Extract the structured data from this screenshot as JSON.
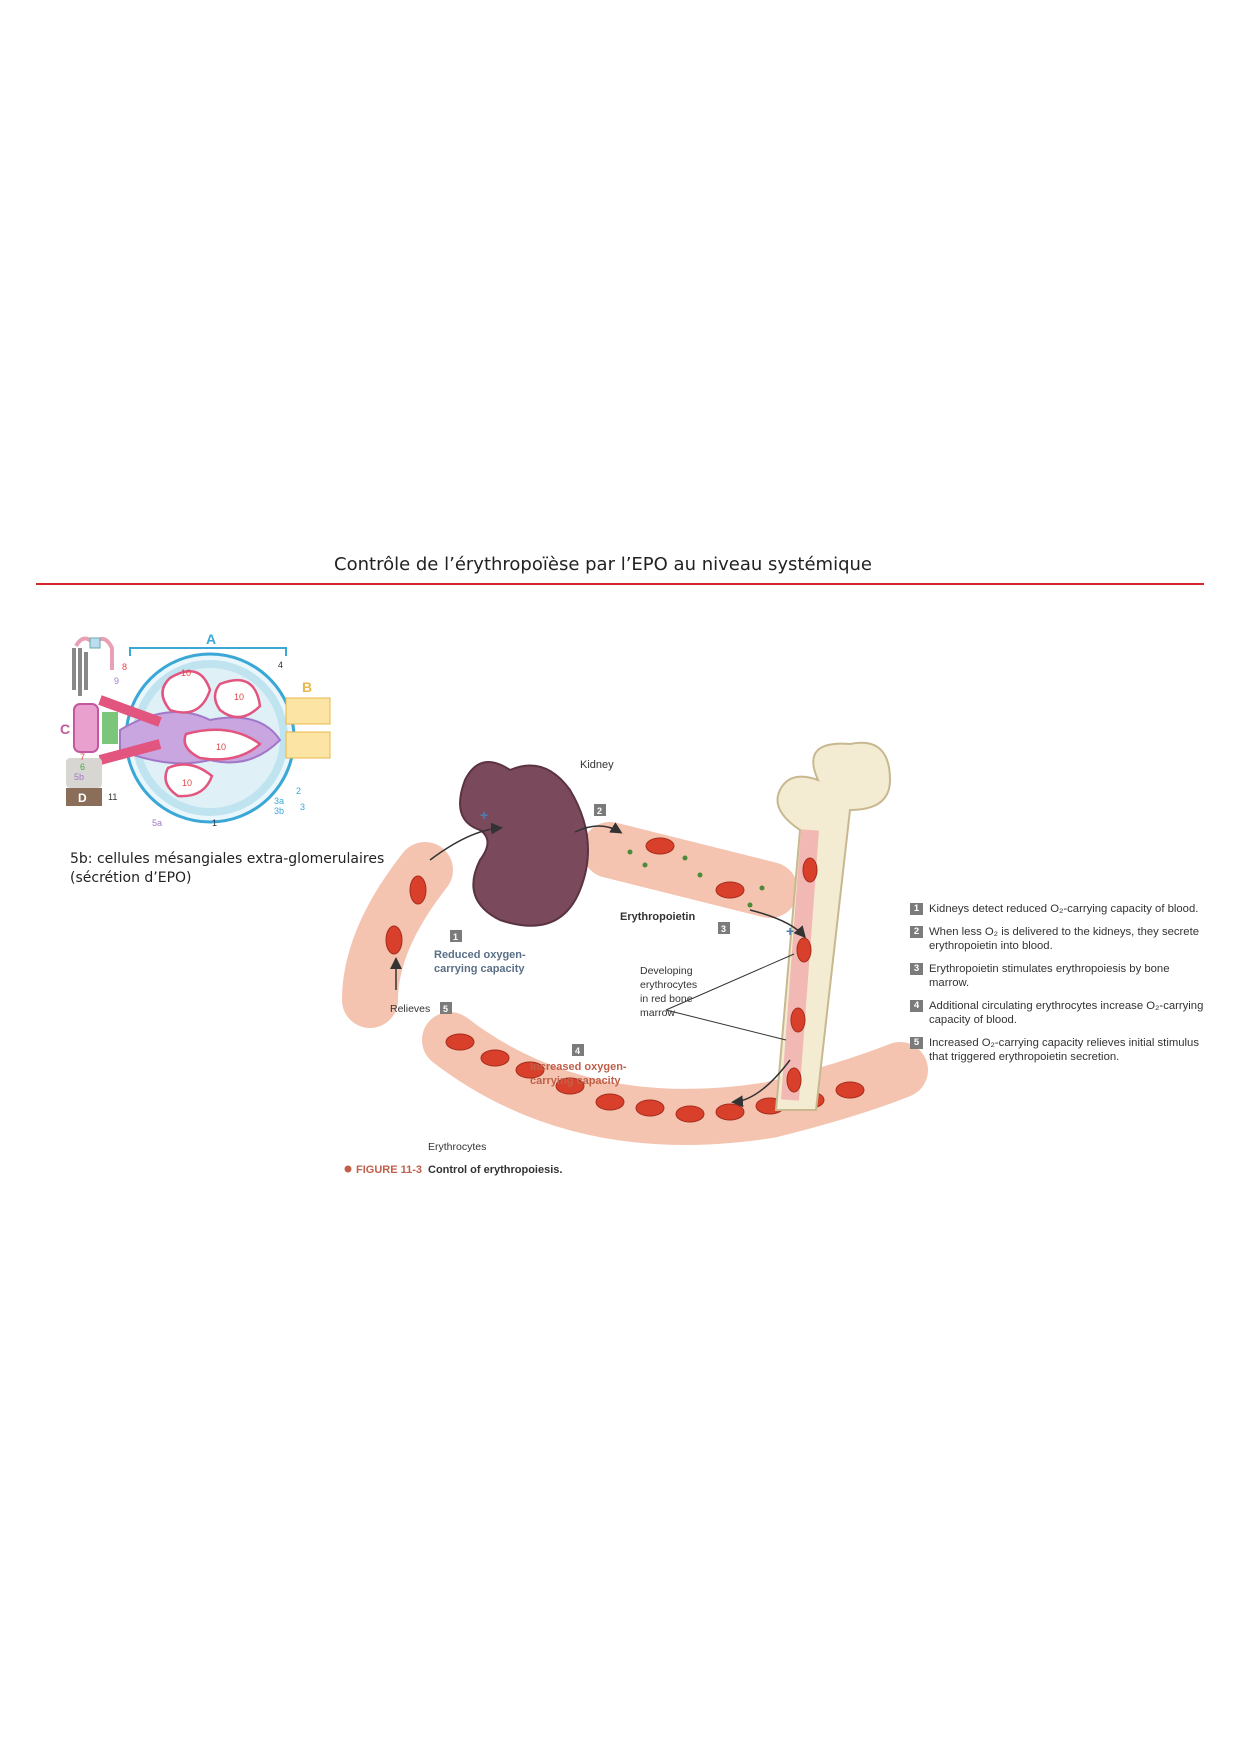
{
  "page": {
    "title": "Contrôle de l’érythropoïèse par l’EPO au niveau systémique"
  },
  "colors": {
    "accent_rule": "#d6262b",
    "kidney": "#7a4a5c",
    "vessel": "#f4c4b0",
    "rbc": "#d9402b",
    "bone": "#f3ecd2"
  },
  "glomerulus": {
    "labels": {
      "A": "A",
      "B": "B",
      "C": "C",
      "D": "D",
      "n1": "1",
      "n2": "2",
      "n3": "3",
      "n3a": "3a",
      "n3b": "3b",
      "n4": "4",
      "n5a": "5a",
      "n5b": "5b",
      "n6": "6",
      "n7": "7",
      "n8": "8",
      "n9": "9",
      "n10": "10",
      "n11": "11"
    },
    "caption_line1": "5b: cellules mésangiales extra-glomerulaires",
    "caption_line2": "(sécrétion d’EPO)"
  },
  "figure": {
    "kidney_label": "Kidney",
    "erythropoietin_label": "Erythropoietin",
    "reduced_label_1": "Reduced oxygen-",
    "reduced_label_2": "carrying capacity",
    "increased_label_1": "Increased oxygen-",
    "increased_label_2": "carrying capacity",
    "relieves_label": "Relieves",
    "developing_1": "Developing",
    "developing_2": "erythrocytes",
    "developing_3": "in red bone",
    "developing_4": "marrow",
    "erythrocytes_label": "Erythrocytes",
    "plus_sign": "+",
    "step_numbers": [
      "1",
      "2",
      "3",
      "4",
      "5"
    ],
    "caption_prefix": "FIGURE 11-3",
    "caption_text": "Control of erythropoiesis."
  },
  "legend": [
    {
      "num": "1",
      "text": "Kidneys detect reduced O₂-carrying capacity of blood."
    },
    {
      "num": "2",
      "text": "When less O₂ is delivered to the kidneys, they secrete erythropoietin into blood."
    },
    {
      "num": "3",
      "text": "Erythropoietin stimulates erythropoiesis by bone marrow."
    },
    {
      "num": "4",
      "text": "Additional circulating erythrocytes increase O₂-carrying capacity of blood."
    },
    {
      "num": "5",
      "text": "Increased O₂-carrying capacity relieves initial stimulus that triggered erythropoietin secretion."
    }
  ]
}
